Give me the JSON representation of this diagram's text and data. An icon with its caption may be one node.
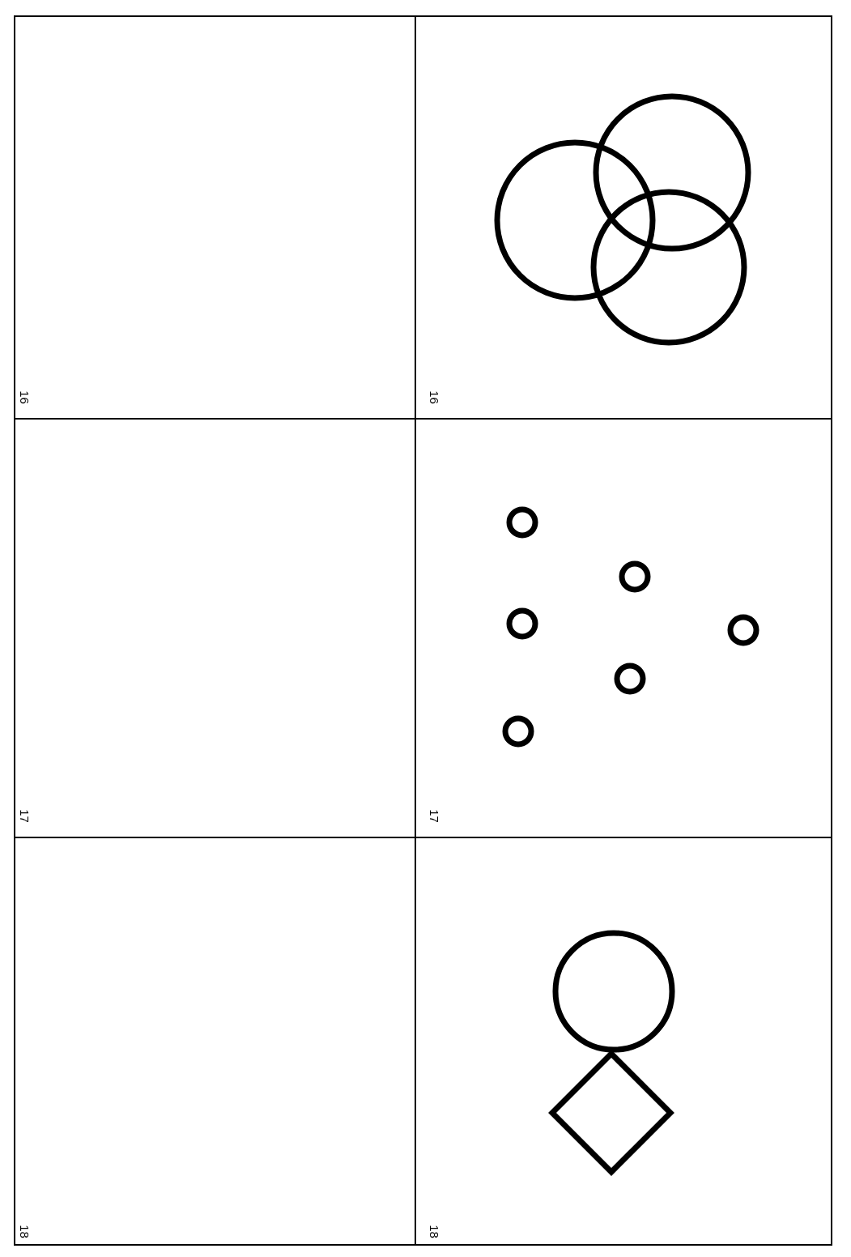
{
  "diagram": {
    "labels": [
      "16",
      "16",
      "17",
      "17",
      "18",
      "18"
    ]
  }
}
